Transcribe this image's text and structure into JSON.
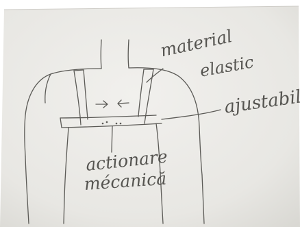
{
  "colors": {
    "paper": "#ecebe8",
    "paper_edge": "#d8d6d1",
    "pencil": "#5b5a56"
  },
  "annotations": {
    "material": "material",
    "elastic": "elastic",
    "ajustabil": "ajustabil",
    "actionare": "actionare",
    "mecanica": "mécanică"
  }
}
